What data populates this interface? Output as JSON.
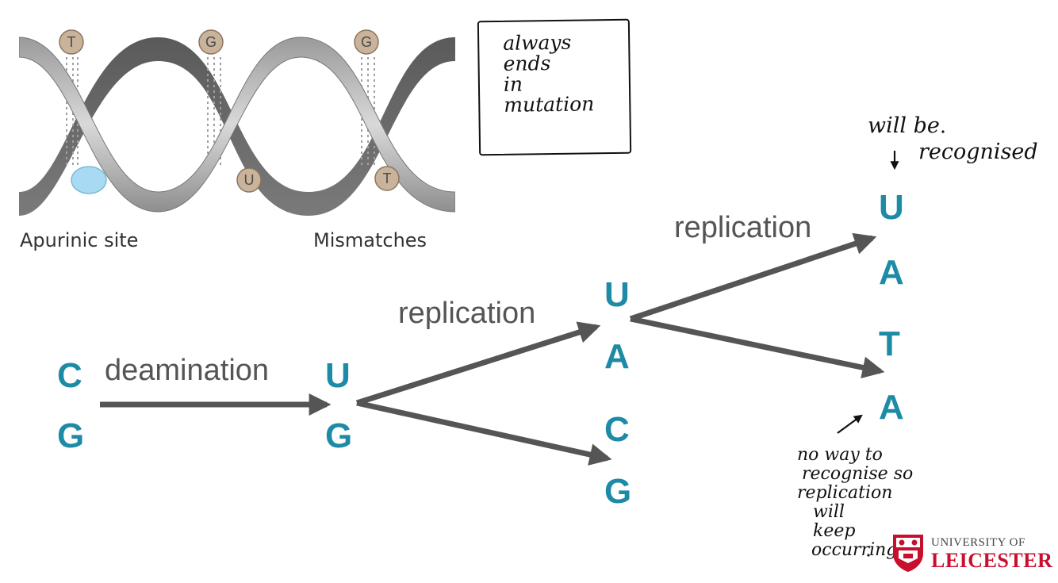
{
  "colors": {
    "base_teal": "#1E8BA6",
    "arrow_grey": "#555555",
    "label_grey": "#555555",
    "helix_dark": "#6d6d6d",
    "helix_light": "#cfcfcf",
    "nucleotide": "#c9b39a",
    "apurinic_blue": "#a9daf3",
    "leicester_red": "#c8102e"
  },
  "illustration": {
    "top_bases": [
      "T",
      "G",
      "G"
    ],
    "bottom_bases": [
      "U",
      "T"
    ],
    "captions": {
      "left": "Apurinic site",
      "right": "Mismatches"
    }
  },
  "diagram": {
    "step1": {
      "top": "C",
      "bottom": "G"
    },
    "deamination_label": "deamination",
    "step2": {
      "top": "U",
      "bottom": "G"
    },
    "replication_label_1": "replication",
    "step3_upper": {
      "top": "U",
      "bottom": "A"
    },
    "step3_lower": {
      "top": "C",
      "bottom": "G"
    },
    "replication_label_2": "replication",
    "step4_upper": {
      "top": "U",
      "bottom": "A"
    },
    "step4_lower": {
      "top": "T",
      "bottom": "A"
    }
  },
  "annotations": {
    "box_note": [
      "always",
      "ends",
      "in",
      "mutation"
    ],
    "will_be": "will be",
    "recognised": "recognised",
    "bottom_note": [
      "no way to",
      "recognise so",
      "replication",
      "will",
      "keep",
      "occurring"
    ]
  },
  "logo": {
    "line1": "UNIVERSITY OF",
    "line2": "LEICESTER"
  }
}
